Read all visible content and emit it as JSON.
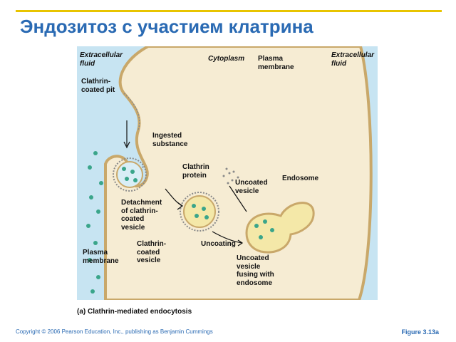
{
  "slide": {
    "title": "Эндозитоз с участием клатрина",
    "caption": "(a) Clathrin-mediated endocytosis",
    "copyright": "Copyright © 2006 Pearson Education, Inc., publishing as Benjamin Cummings",
    "figure_number": "Figure 3.13a"
  },
  "labels": {
    "extracellular_fluid_left": "Extracellular fluid",
    "cytoplasm": "Cytoplasm",
    "plasma_membrane_top": "Plasma membrane",
    "extracellular_fluid_right": "Extracellular fluid",
    "clathrin_coated_pit": "Clathrin-coated pit",
    "ingested_substance": "Ingested substance",
    "clathrin_protein": "Clathrin protein",
    "uncoated_vesicle": "Uncoated vesicle",
    "endosome": "Endosome",
    "detachment": "Detachment of clathrin-coated vesicle",
    "clathrin_coated_vesicle": "Clathrin-coated vesicle",
    "uncoating": "Uncoating",
    "plasma_membrane_bottom": "Plasma membrane",
    "uncoated_vesicle_fusing": "Uncoated vesicle fusing with endosome"
  },
  "colors": {
    "extracellular": "#c7e4f2",
    "cytoplasm": "#f6ecd3",
    "membrane": "#c9a86a",
    "coat": "#8a8a8a",
    "vesicle_fill": "#f4e8a8",
    "particle": "#3aa58a",
    "accent": "#2a6ab3",
    "line": "#e8c400"
  }
}
